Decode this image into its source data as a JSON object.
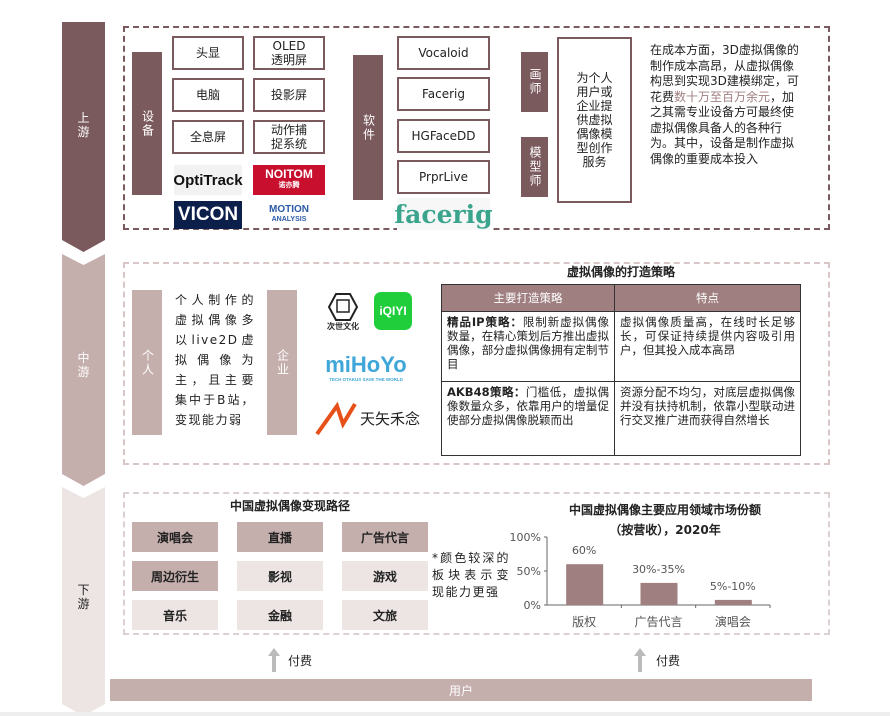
{
  "colors": {
    "dark": "#7b5a5d",
    "mid": "#c5afad",
    "light": "#ede4e4",
    "bar": "#a07f80",
    "highlight": "#a07f80"
  },
  "stages": {
    "upstream": "上游",
    "midstream": "中游",
    "downstream": "下游"
  },
  "upstream": {
    "equipment_label": "设备",
    "equipment": [
      "头显",
      "OLED透明屏",
      "电脑",
      "投影屏",
      "全息屏",
      "动作捕捉系统"
    ],
    "equipment_logos": [
      "OptiTrack",
      "NOITOM",
      "诺亦腾",
      "VICON",
      "MOTION",
      "ANALYSIS"
    ],
    "software_label": "软件",
    "software": [
      "Vocaloid",
      "Facerig",
      "HGFaceDD",
      "PrprLive"
    ],
    "software_logo": "facerig",
    "roles": [
      "画师",
      "模型师"
    ],
    "service": "为个人用户或企业提供虚拟偶像模型创作服务",
    "cost_text_before": "在成本方面，3D虚拟偶像的制作成本高昂，从虚拟偶像构思到实现3D建模绑定，可花费",
    "cost_highlight": "数十万至百万余元",
    "cost_text_after": "，加之其需专业设备方可最终使虚拟偶像具备人的各种行为。其中，设备是制作虚拟偶像的重要成本投入"
  },
  "midstream": {
    "individual_label": "个人",
    "individual_text": "个人制作的虚拟偶像多以live2D虚拟偶像为主，且主要集中于B站，变现能力弱",
    "enterprise_label": "企业",
    "logos": [
      "次世文化",
      "iQIYI",
      "miHoYo",
      "TECH OTAKUS SAVE THE WORLD",
      "天矢禾念"
    ],
    "table_title": "虚拟偶像的打造策略",
    "table_headers": [
      "主要打造策略",
      "特点"
    ],
    "rows": [
      {
        "name": "精品IP策略：",
        "desc": "限制新虚拟偶像数量，在精心策划后方推出虚拟偶像，部分虚拟偶像拥有定制节目",
        "feature": "虚拟偶像质量高，在线时长足够长，可保证持续提供内容吸引用户，但其投入成本高昂"
      },
      {
        "name": "AKB48策略：",
        "desc": "门槛低，虚拟偶像数量众多，依靠用户的增量促使部分虚拟偶像脱颖而出",
        "feature": "资源分配不均匀，对底层虚拟偶像并没有扶持机制，依靠小型联动进行交叉推广进而获得自然增长"
      }
    ]
  },
  "downstream": {
    "paths_title": "中国虚拟偶像变现路径",
    "tiles": [
      {
        "label": "演唱会",
        "strong": true
      },
      {
        "label": "直播",
        "strong": true
      },
      {
        "label": "广告代言",
        "strong": true
      },
      {
        "label": "周边衍生",
        "strong": true
      },
      {
        "label": "影视",
        "strong": false
      },
      {
        "label": "游戏",
        "strong": false
      },
      {
        "label": "音乐",
        "strong": false
      },
      {
        "label": "金融",
        "strong": false
      },
      {
        "label": "文旅",
        "strong": false
      }
    ],
    "note": "*颜色较深的板块表示变现能力更强",
    "pay_label": "付费",
    "user_label": "用户"
  },
  "chart_data": {
    "type": "bar",
    "title": "中国虚拟偶像主要应用领域市场份额",
    "subtitle": "（按营收），2020年",
    "categories": [
      "版权",
      "广告代言",
      "演唱会"
    ],
    "values": [
      60,
      32.5,
      7.5
    ],
    "data_labels": [
      "60%",
      "30%-35%",
      "5%-10%"
    ],
    "yticks": [
      "100%",
      "50%",
      "0%"
    ],
    "ylim": [
      0,
      100
    ],
    "grid": false
  }
}
